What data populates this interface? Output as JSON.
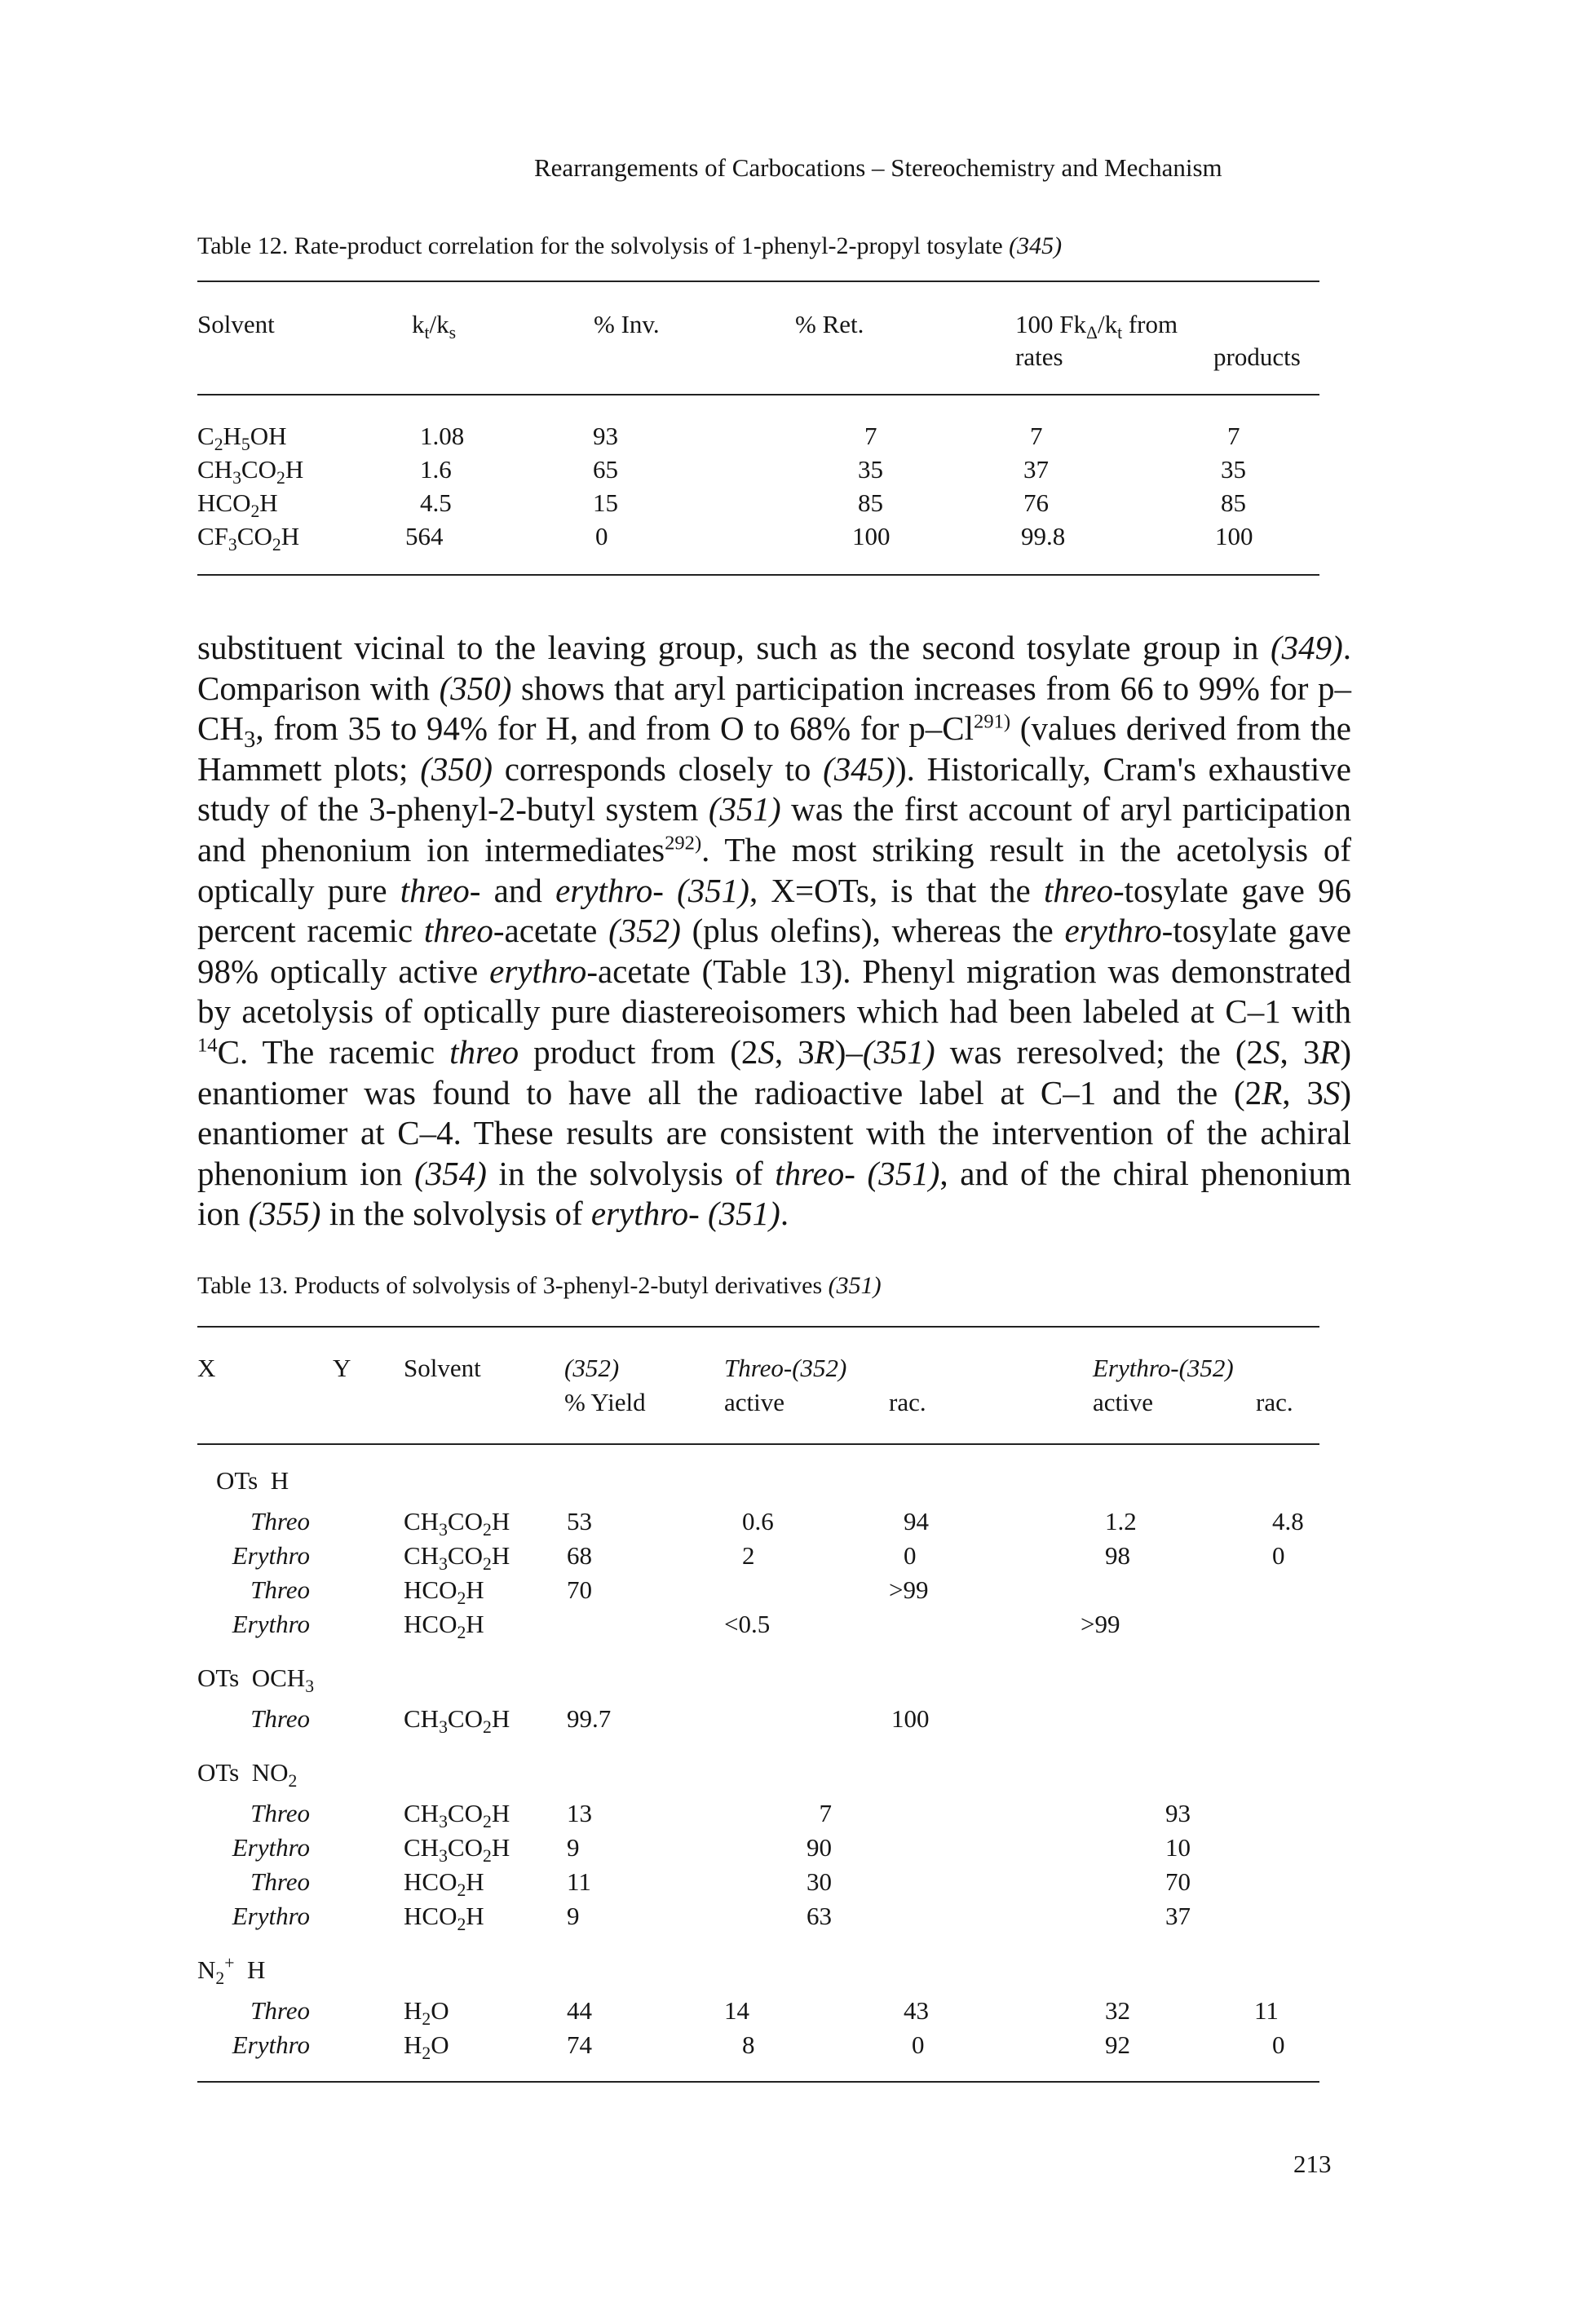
{
  "page": {
    "running_head": "Rearrangements of Carbocations – Stereochemistry and Mechanism",
    "page_number": "213"
  },
  "table12": {
    "caption_prefix": "Table 12. Rate-product correlation for the solvolysis of 1-phenyl-2-propyl tosylate ",
    "caption_ref": "(345)",
    "headers": {
      "solvent": "Solvent",
      "ratio": "kt/ks",
      "inv": "% Inv.",
      "ret": "% Ret.",
      "fk": "100 FkΔ/kt from",
      "rates": "rates",
      "products": "products"
    },
    "rows": [
      {
        "solvent": "C2H5OH",
        "ratio": "1.08",
        "inv": "93",
        "ret": "7",
        "rates": "7",
        "products": "7"
      },
      {
        "solvent": "CH3CO2H",
        "ratio": "1.6",
        "inv": "65",
        "ret": "35",
        "rates": "37",
        "products": "35"
      },
      {
        "solvent": "HCO2H",
        "ratio": "4.5",
        "inv": "15",
        "ret": "85",
        "rates": "76",
        "products": "85"
      },
      {
        "solvent": "CF3CO2H",
        "ratio": "564",
        "inv": "0",
        "ret": "100",
        "rates": "99.8",
        "products": "100"
      }
    ]
  },
  "table13": {
    "caption_prefix": "Table 13. Products of solvolysis of 3-phenyl-2-butyl derivatives ",
    "caption_ref": "(351)",
    "headers": {
      "x": "X",
      "y": "Y",
      "solvent": "Solvent",
      "yield_ref": "(352)",
      "yield": "% Yield",
      "threo": "Threo-(352)",
      "erythro": "Erythro-(352)",
      "active": "active",
      "rac": "rac."
    },
    "groups": [
      {
        "label": "OTs  H",
        "rows": [
          {
            "isomer": "Threo",
            "solvent": "CH3CO2H",
            "yield": "53",
            "t_active": "0.6",
            "t_rac": "94",
            "e_active": "1.2",
            "e_rac": "4.8"
          },
          {
            "isomer": "Erythro",
            "solvent": "CH3CO2H",
            "yield": "68",
            "t_active": "2",
            "t_rac": "0",
            "e_active": "98",
            "e_rac": "0"
          },
          {
            "isomer": "Threo",
            "solvent": "HCO2H",
            "yield": "70",
            "t_active": "",
            "t_rac": ">99",
            "e_active": "",
            "e_rac": ""
          },
          {
            "isomer": "Erythro",
            "solvent": "HCO2H",
            "yield": "",
            "t_active": "<0.5",
            "t_rac": "",
            "e_active": ">99",
            "e_rac": ""
          }
        ]
      },
      {
        "label": "OTs  OCH3",
        "rows": [
          {
            "isomer": "Threo",
            "solvent": "CH3CO2H",
            "yield": "99.7",
            "t_active": "",
            "t_rac": "100",
            "e_active": "",
            "e_rac": ""
          }
        ]
      },
      {
        "label": "OTs  NO2",
        "rows": [
          {
            "isomer": "Threo",
            "solvent": "CH3CO2H",
            "yield": "13",
            "t_mid": "7",
            "e_mid": "93"
          },
          {
            "isomer": "Erythro",
            "solvent": "CH3CO2H",
            "yield": "9",
            "t_mid": "90",
            "e_mid": "10"
          },
          {
            "isomer": "Threo",
            "solvent": "HCO2H",
            "yield": "11",
            "t_mid": "30",
            "e_mid": "70"
          },
          {
            "isomer": "Erythro",
            "solvent": "HCO2H",
            "yield": "9",
            "t_mid": "63",
            "e_mid": "37"
          }
        ]
      },
      {
        "label": "N2+  H",
        "rows": [
          {
            "isomer": "Threo",
            "solvent": "H2O",
            "yield": "44",
            "t_active": "14",
            "t_rac": "43",
            "e_active": "32",
            "e_rac": "11"
          },
          {
            "isomer": "Erythro",
            "solvent": "H2O",
            "yield": "74",
            "t_active": "8",
            "t_rac": "0",
            "e_active": "92",
            "e_rac": "0"
          }
        ]
      }
    ]
  },
  "body": {
    "paragraph": "substituent vicinal to the leaving group, such as the second tosylate group in (349). Comparison with (350) shows that aryl participation increases from 66 to 99% for p–CH3, from 35 to 94% for H, and from O to 68% for p–Cl291) (values derived from the Hammett plots; (350) corresponds closely to (345)). Historically, Cram's exhaustive study of the 3-phenyl-2-butyl system (351) was the first account of aryl participation and phenonium ion intermediates292). The most striking result in the acetolysis of optically pure threo- and erythro- (351), X=OTs, is that the threo-tosylate gave 96 percent racemic threo-acetate (352) (plus olefins), whereas the erythro-tosylate gave 98% optically active erythro-acetate (Table 13). Phenyl migration was demonstrated by acetolysis of optically pure diastereoisomers which had been labeled at C–1 with 14C. The racemic threo product from (2S, 3R)–(351) was reresolved; the (2S, 3R) enantiomer was found to have all the radioactive label at C–1 and the (2R, 3S) enantiomer at C–4. These results are consistent with the intervention of the achiral phenonium ion (354) in the solvolysis of threo- (351), and of the chiral phenonium ion (355) in the solvolysis of erythro- (351)."
  }
}
